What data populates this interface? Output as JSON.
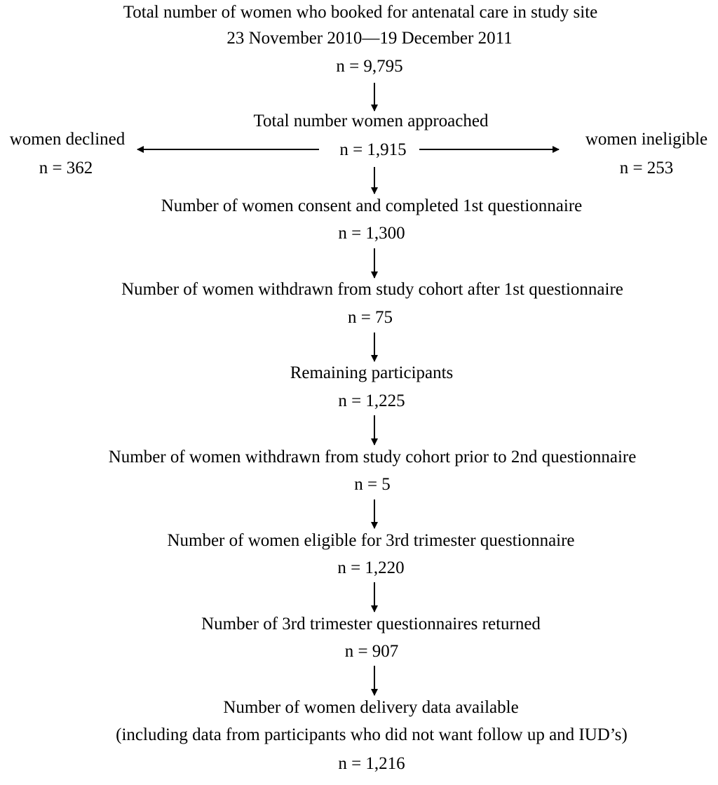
{
  "steps": [
    {
      "lines": [
        "Total number of women who booked for antenatal care in study site",
        "23 November 2010—19 December 2011",
        "n = 9,795"
      ]
    },
    {
      "lines": [
        "Total number women approached",
        "n = 1,915"
      ]
    },
    {
      "lines": [
        "Number of women consent and completed 1st questionnaire",
        "n = 1,300"
      ]
    },
    {
      "lines": [
        "Number of women withdrawn from study cohort after 1st questionnaire",
        "n = 75"
      ]
    },
    {
      "lines": [
        "Remaining participants",
        "n = 1,225"
      ]
    },
    {
      "lines": [
        "Number of women withdrawn from study cohort prior to 2nd questionnaire",
        "n = 5"
      ]
    },
    {
      "lines": [
        "Number of women eligible for 3rd trimester questionnaire",
        "n = 1,220"
      ]
    },
    {
      "lines": [
        "Number of 3rd trimester questionnaires returned",
        "n = 907"
      ]
    },
    {
      "lines": [
        "Number of women delivery data available",
        "(including data from participants who did not want follow up and IUD’s)",
        "n = 1,216"
      ]
    }
  ],
  "declined": {
    "label": "women declined",
    "count": "n = 362"
  },
  "ineligible": {
    "label": "women ineligible",
    "count": "n = 253"
  }
}
